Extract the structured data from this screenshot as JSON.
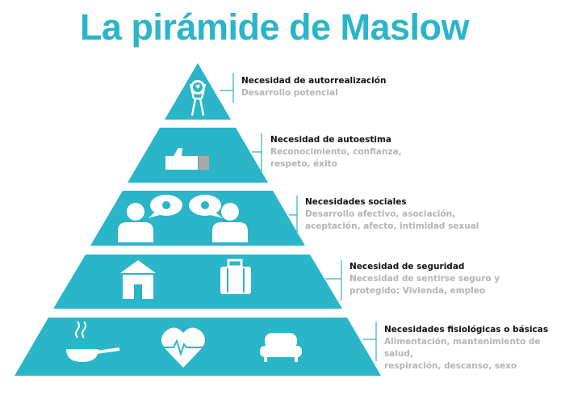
{
  "title": "La pirámide de Maslow",
  "colors": {
    "accent": "#2ab5c8",
    "heading": "#111111",
    "description": "#b4b4b4"
  },
  "levels": [
    {
      "heading": "Necesidad de autorrealización",
      "lines": [
        "Desarrollo potencial"
      ],
      "icons": [
        "person-holding-globe-icon"
      ]
    },
    {
      "heading": "Necesidad de autoestima",
      "lines": [
        "Reconocimiento, confianza,",
        "respeto, éxito"
      ],
      "icons": [
        "thumbs-up-icon"
      ]
    },
    {
      "heading": "Necesidades sociales",
      "lines": [
        "Desarrollo afectivo, asociación,",
        "aceptación, afecto, intimidad sexual"
      ],
      "icons": [
        "person-icon",
        "speech-bubble-icon",
        "speech-bubble-icon",
        "person-icon"
      ]
    },
    {
      "heading": "Necesidad de seguridad",
      "lines": [
        "Necesidad de sentirse seguro y",
        "protegido: Vivienda, empleo"
      ],
      "icons": [
        "house-icon",
        "briefcase-icon"
      ]
    },
    {
      "heading": "Necesidades fisiológicas o básicas",
      "lines": [
        "Alimentación, mantenimiento de salud,",
        "respiración, descanso, sexo"
      ],
      "icons": [
        "frying-pan-icon",
        "heartbeat-icon",
        "sofa-icon"
      ]
    }
  ]
}
